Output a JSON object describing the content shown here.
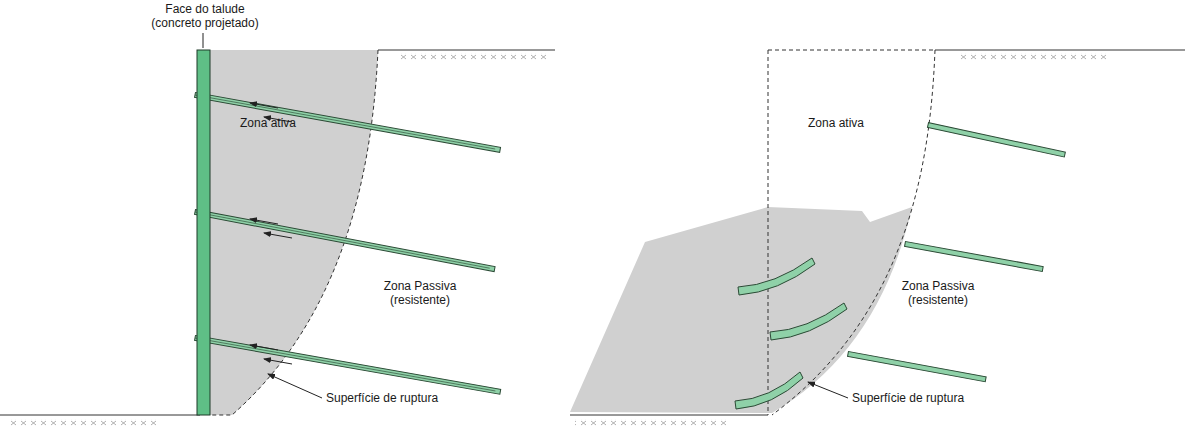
{
  "diagram": {
    "labels": [
      "Face do talude (concreto projetado)",
      "Zona ativa",
      "Zona Passiva (resistente)",
      "Superfície de ruptura",
      "Zona ativa",
      "Zona Passiva (resistente)",
      "Superfície de ruptura"
    ]
  }
}
